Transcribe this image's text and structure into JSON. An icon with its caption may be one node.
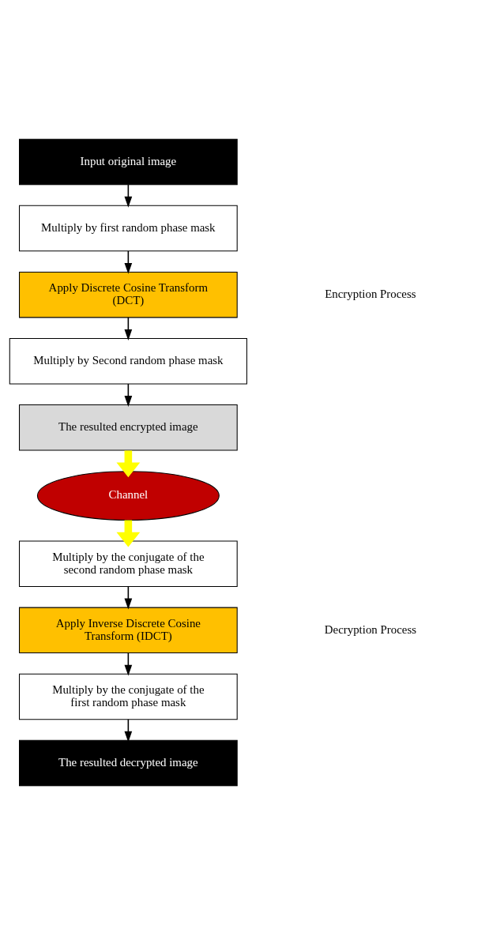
{
  "diagram": {
    "nodes": [
      {
        "text": [
          "Input original image"
        ]
      },
      {
        "text": [
          "Multiply by first random phase mask"
        ]
      },
      {
        "text": [
          "Apply Discrete Cosine Transform (DCT)"
        ]
      },
      {
        "text": [
          "Multiply by Second random phase mask"
        ]
      },
      {
        "text": [
          "The resulted encrypted image"
        ]
      },
      {
        "text": [
          "Channel"
        ]
      },
      {
        "text": [
          "Multiply by the conjugate of the second random phase mask"
        ]
      },
      {
        "text": [
          "Apply Inverse Discrete Cosine Transform (IDCT)"
        ]
      },
      {
        "text": [
          "Multiply by the conjugate of the first random phase mask"
        ]
      },
      {
        "text": [
          "The resulted decrypted image"
        ]
      }
    ],
    "edges": [
      {
        "from": 0,
        "to": 1,
        "arrow": "to"
      },
      {
        "from": 1,
        "to": 2,
        "arrow": "to"
      },
      {
        "from": 2,
        "to": 3,
        "arrow": "to"
      },
      {
        "from": 3,
        "to": 4,
        "arrow": "to"
      },
      {
        "from": 4,
        "to": 5,
        "arrow": "to",
        "style": "thick",
        "color": "#ffff00"
      },
      {
        "from": 5,
        "to": 6,
        "arrow": "to",
        "style": "thick",
        "color": "#ffff00"
      },
      {
        "from": 6,
        "to": 7,
        "arrow": "to"
      },
      {
        "from": 7,
        "to": 8,
        "arrow": "to"
      },
      {
        "from": 8,
        "to": 9,
        "arrow": "to"
      }
    ],
    "labels": [
      "Encryption Process",
      "Decryption Process"
    ]
  }
}
